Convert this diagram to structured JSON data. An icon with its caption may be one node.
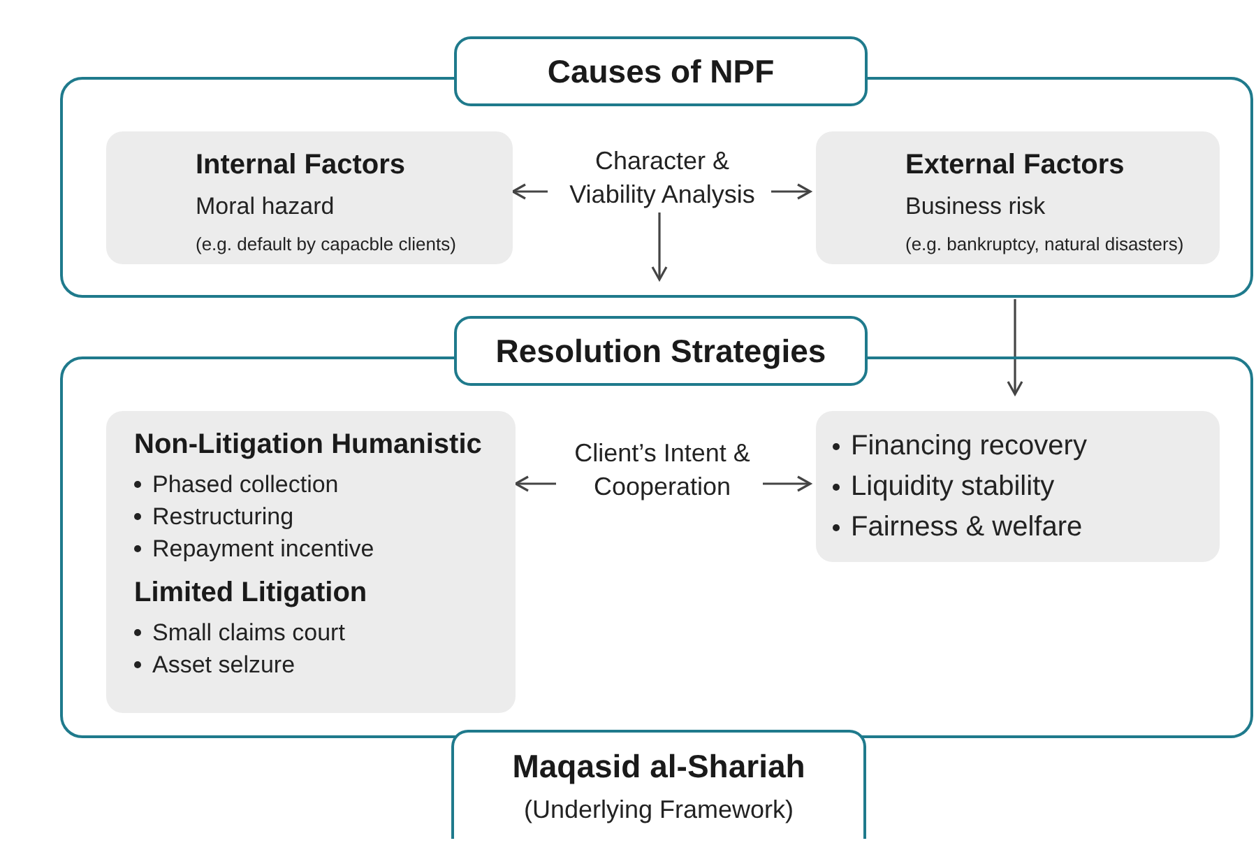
{
  "diagram": {
    "nodes": [
      {
        "text": [
          "Causes of NPF"
        ]
      },
      {
        "text": [
          "Internal Factors",
          "Moral hazard",
          "(e.g. default by capacble clients)"
        ],
        "in": 0
      },
      {
        "text": [
          "Character & Viability Analysis"
        ],
        "in": 0
      },
      {
        "text": [
          "External Factors",
          "Business risk",
          "(e.g. bankruptcy, natural disasters)"
        ],
        "in": 0
      },
      {
        "text": [
          "Resolution Strategies"
        ]
      },
      {
        "text": [
          "Non-Litigation Humanistic",
          "Phased collection",
          "Restructuring",
          "Repayment incentive",
          "Limited Litigation",
          "Small claims court",
          "Asset selzure"
        ],
        "in": 4
      },
      {
        "text": [
          "Client’s Intent & Cooperation"
        ],
        "in": 4
      },
      {
        "text": [
          "Financing recovery",
          "Liquidity stability",
          "Fairness & welfare"
        ],
        "in": 4
      },
      {
        "text": [
          "Maqasid al-Shariah",
          "(Underlying Framework)"
        ]
      }
    ],
    "edges": [
      {
        "from": 2,
        "to": 1,
        "arrow": "to"
      },
      {
        "from": 2,
        "to": 3,
        "arrow": "to"
      },
      {
        "from": 2,
        "to": null,
        "arrow": "to"
      },
      {
        "from": 0,
        "to": 7,
        "arrow": "to"
      },
      {
        "from": 6,
        "to": 5,
        "arrow": "to"
      },
      {
        "from": 6,
        "to": 7,
        "arrow": "to"
      }
    ]
  }
}
